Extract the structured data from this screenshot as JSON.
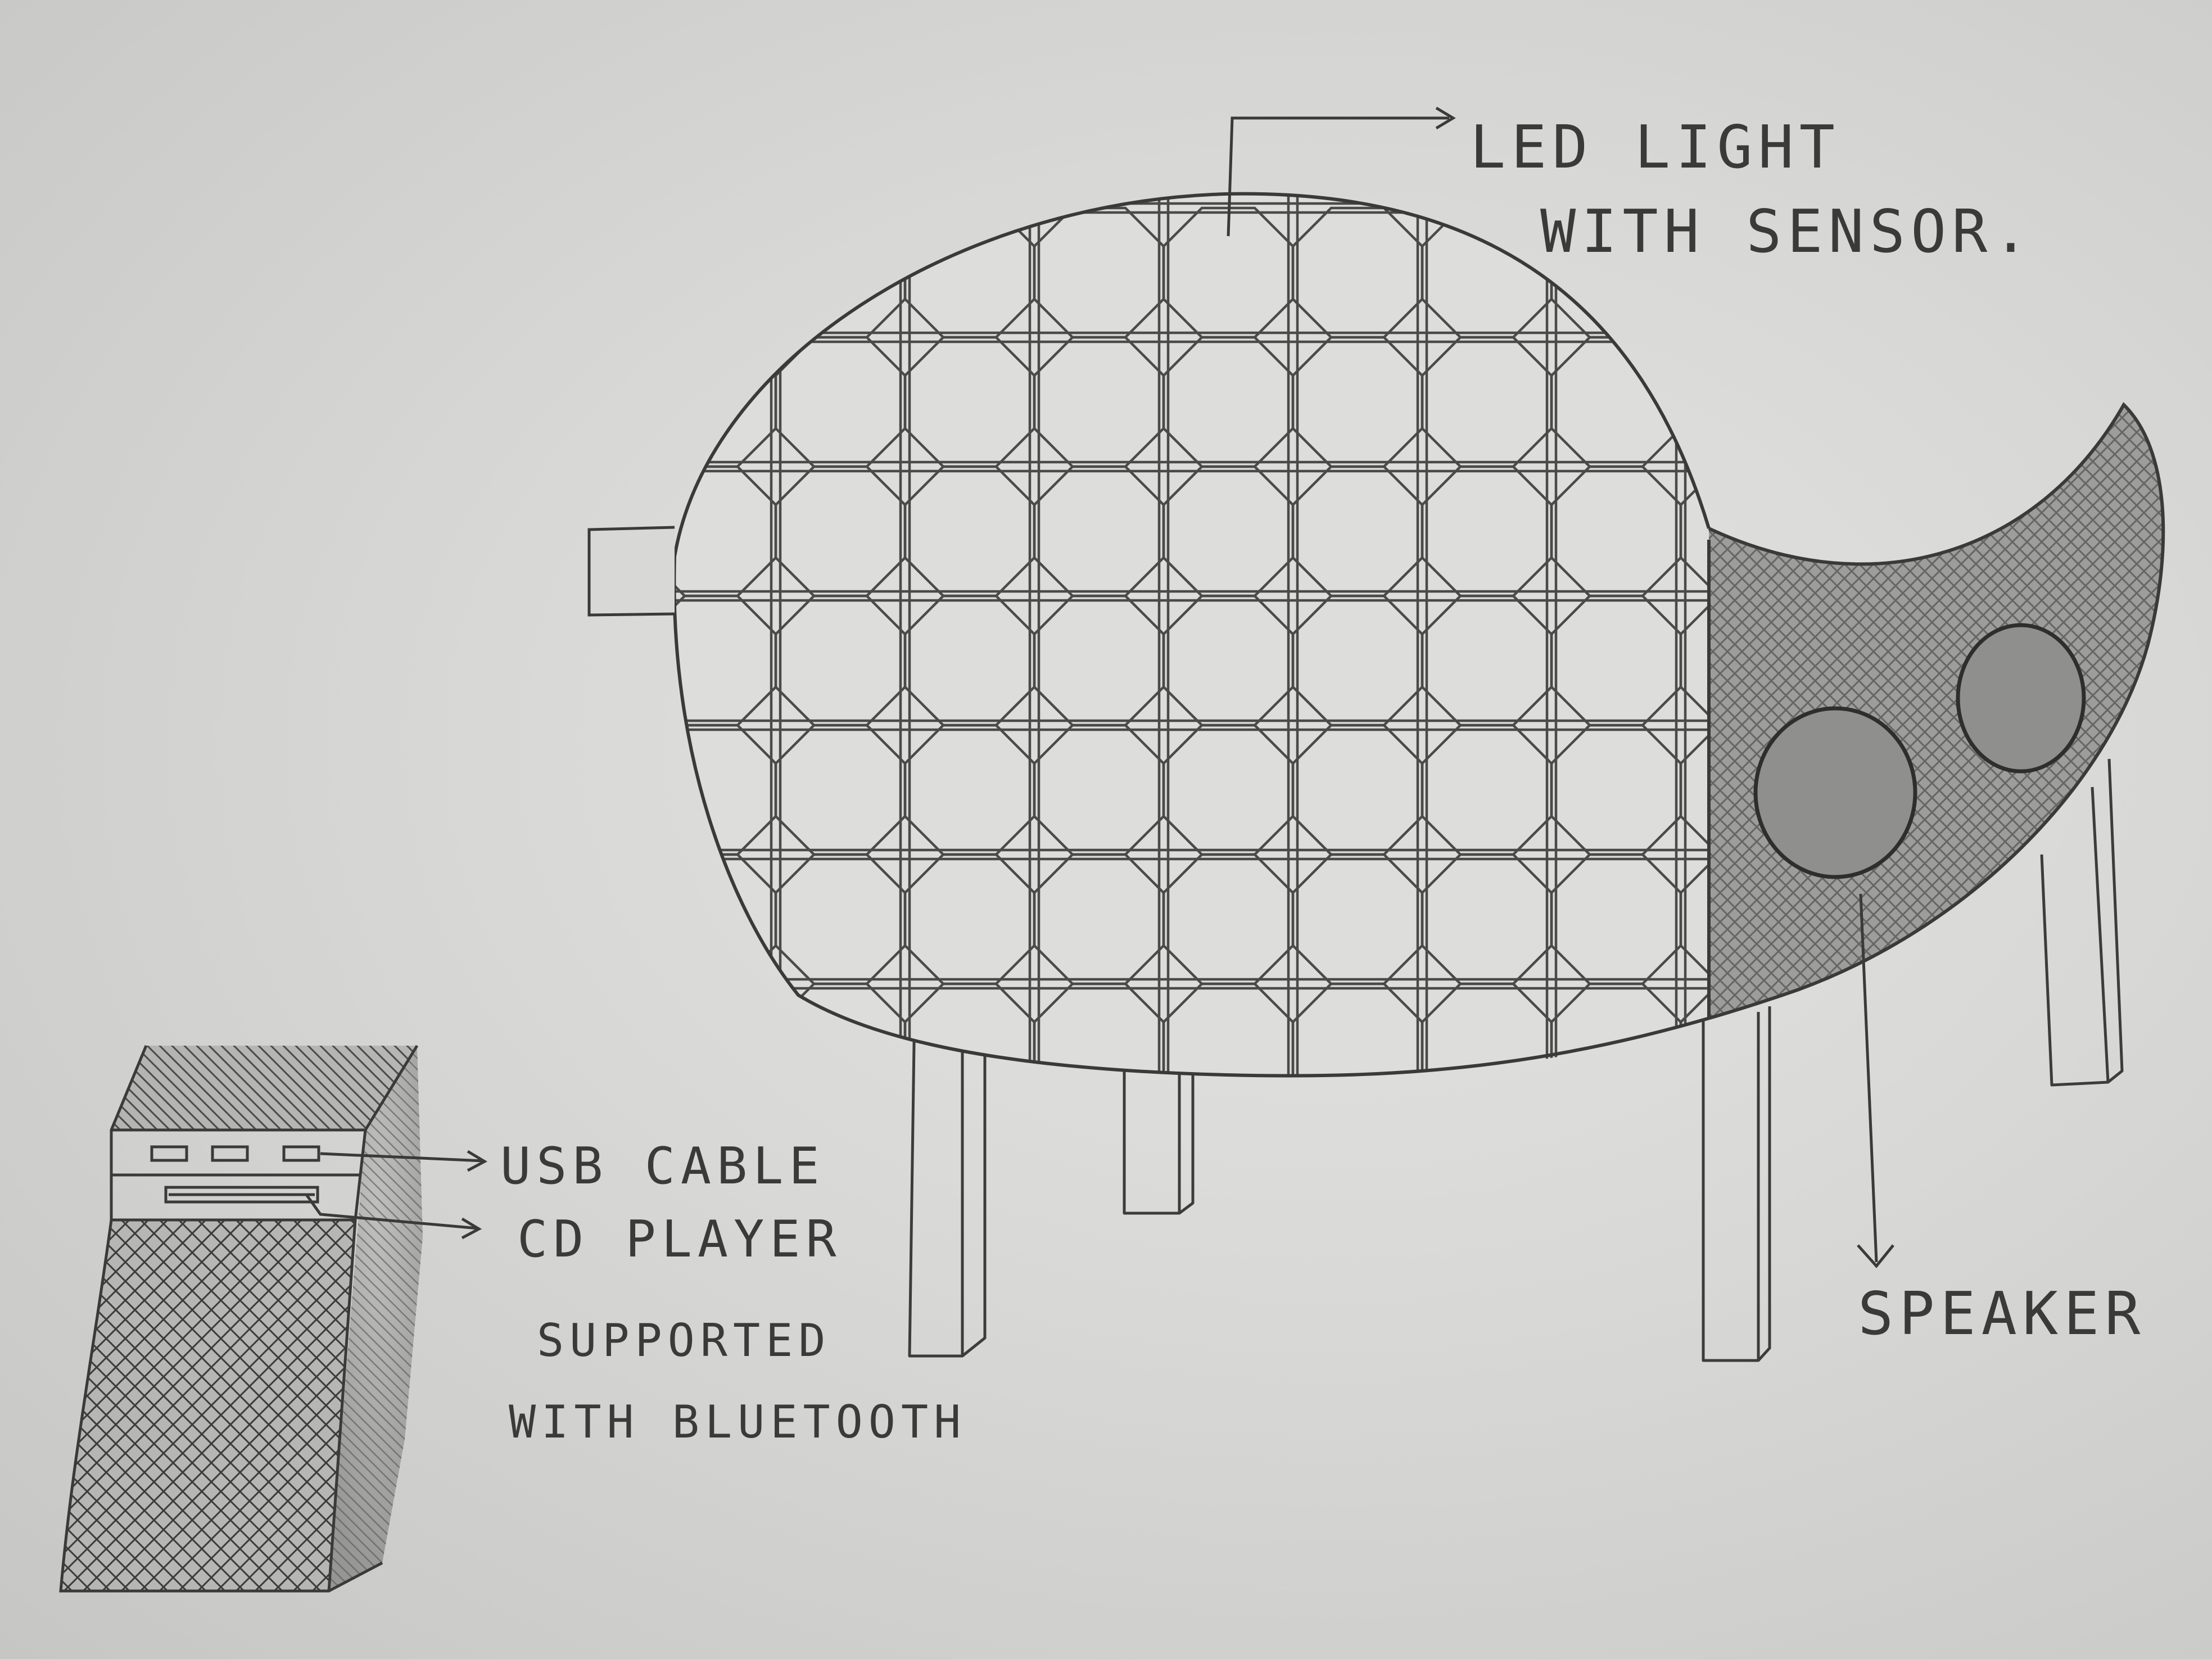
{
  "labels": {
    "led_line1": "LED LIGHT",
    "led_line2": "WITH SENSOR.",
    "speaker": "SPEAKER",
    "usb": "USB CABLE",
    "cd": "CD PLAYER",
    "bluetooth_line1": "SUPPORTED",
    "bluetooth_line2": "WITH BLUETOOTH"
  },
  "colors": {
    "paper": "#dcdcda",
    "pencil": "#3c3c3c"
  }
}
